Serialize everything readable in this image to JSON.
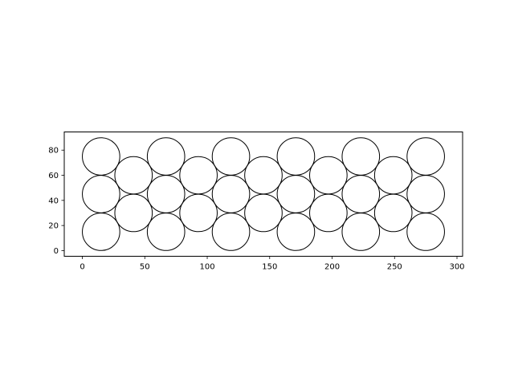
{
  "chart_data": {
    "type": "scatter",
    "title": "",
    "xlabel": "",
    "ylabel": "",
    "xlim": [
      -14.5,
      304.5
    ],
    "ylim": [
      -4.5,
      94.5
    ],
    "aspect": "equal",
    "grid": false,
    "marker": "circle",
    "marker_radius": 15,
    "marker_fill": "none",
    "marker_edge_color": "#000000",
    "x_ticks": [
      0,
      50,
      100,
      150,
      200,
      250,
      300
    ],
    "y_ticks": [
      0,
      20,
      40,
      60,
      80
    ],
    "x_tick_labels": [
      "0",
      "50",
      "100",
      "150",
      "200",
      "250",
      "300"
    ],
    "y_tick_labels": [
      "0",
      "20",
      "40",
      "60",
      "80"
    ],
    "series": [
      {
        "points": [
          {
            "x": 15,
            "y": 15
          },
          {
            "x": 15,
            "y": 45
          },
          {
            "x": 15,
            "y": 75
          },
          {
            "x": 41,
            "y": 30
          },
          {
            "x": 41,
            "y": 60
          },
          {
            "x": 67,
            "y": 15
          },
          {
            "x": 67,
            "y": 45
          },
          {
            "x": 67,
            "y": 75
          },
          {
            "x": 93,
            "y": 30
          },
          {
            "x": 93,
            "y": 60
          },
          {
            "x": 119,
            "y": 15
          },
          {
            "x": 119,
            "y": 45
          },
          {
            "x": 119,
            "y": 75
          },
          {
            "x": 145,
            "y": 30
          },
          {
            "x": 145,
            "y": 60
          },
          {
            "x": 171,
            "y": 15
          },
          {
            "x": 171,
            "y": 45
          },
          {
            "x": 171,
            "y": 75
          },
          {
            "x": 197,
            "y": 30
          },
          {
            "x": 197,
            "y": 60
          },
          {
            "x": 223,
            "y": 15
          },
          {
            "x": 223,
            "y": 45
          },
          {
            "x": 223,
            "y": 75
          },
          {
            "x": 249,
            "y": 30
          },
          {
            "x": 249,
            "y": 60
          },
          {
            "x": 275,
            "y": 15
          },
          {
            "x": 275,
            "y": 45
          },
          {
            "x": 275,
            "y": 75
          }
        ]
      }
    ]
  }
}
